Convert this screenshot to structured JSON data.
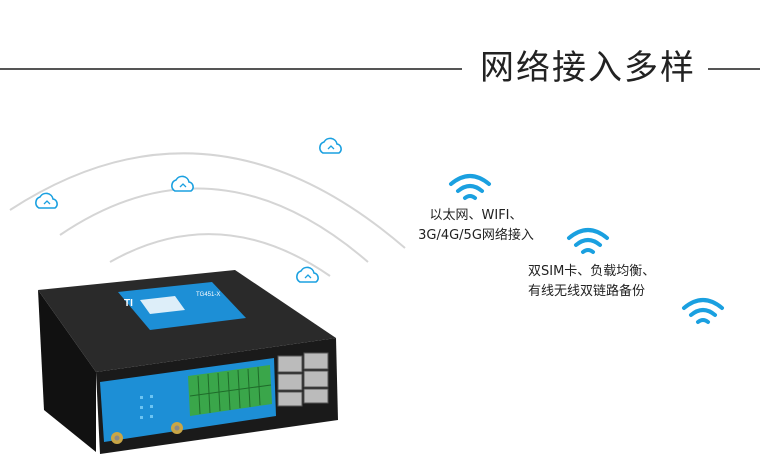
{
  "heading": {
    "title": "网络接入多样"
  },
  "features": [
    {
      "lines": [
        "以太网、WIFI、",
        "3G/4G/5G网络接入"
      ]
    },
    {
      "lines": [
        "双SIM卡、负载均衡、",
        "有线无线双链路备份"
      ]
    }
  ],
  "device_label": {
    "brand": "TI",
    "model": "TG451-X"
  },
  "colors": {
    "accent_blue": "#1aa0e0",
    "rule_gray": "#555555",
    "arc_gray": "#d5d5d5",
    "device_body": "#1e1e1e",
    "device_panel": "#1d8fd6",
    "terminal_green": "#3aa64a"
  },
  "icons": [
    "wifi-icon",
    "cloud-sync-icon",
    "router-device"
  ]
}
